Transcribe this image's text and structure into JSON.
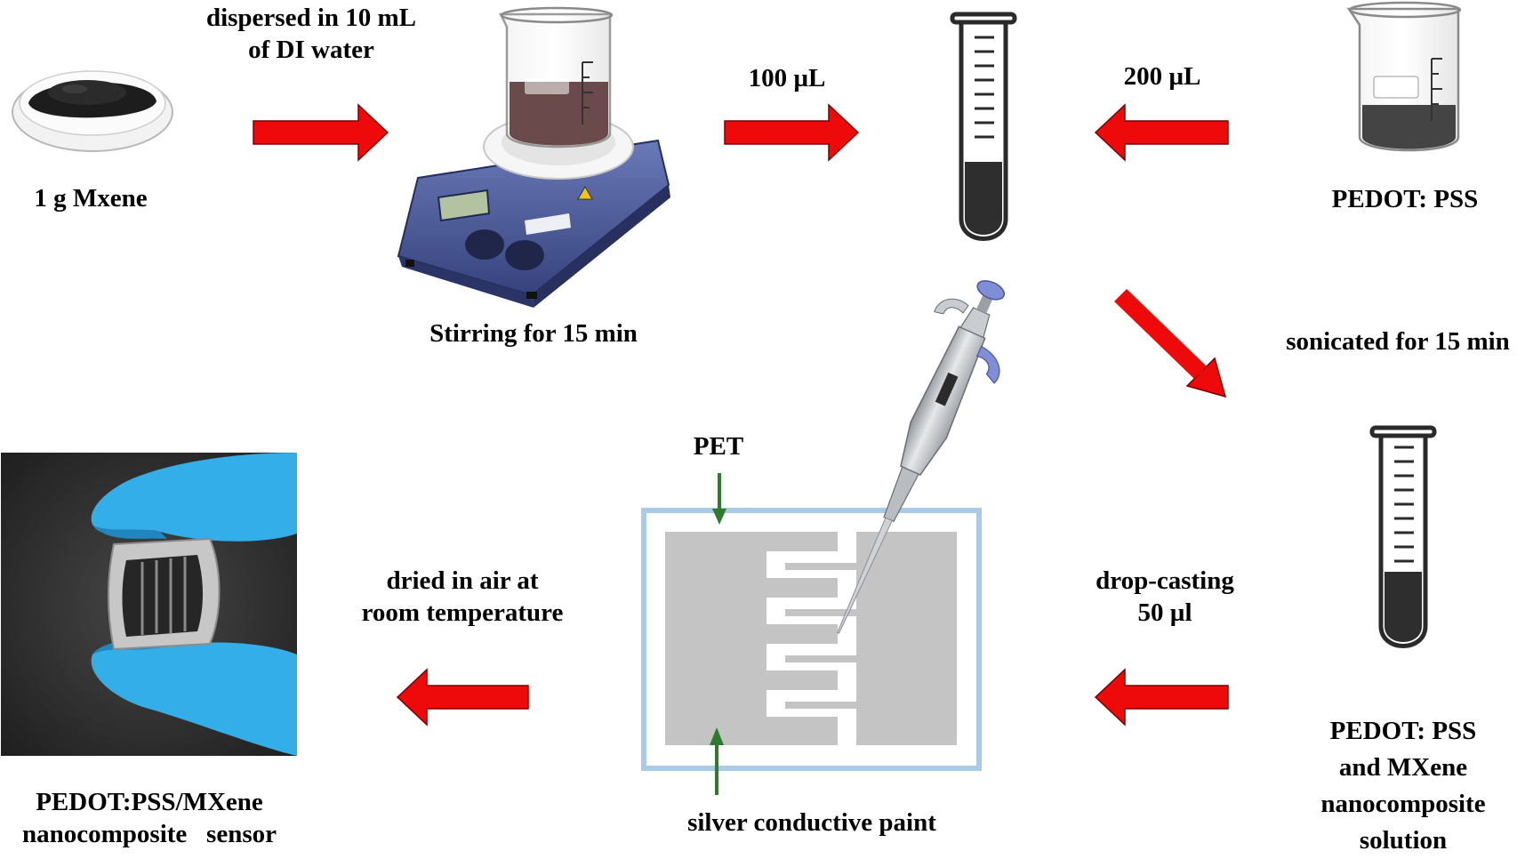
{
  "labels": {
    "mxene": "1 g Mxene",
    "dispersed": [
      "dispersed in 10 mL",
      "of DI water"
    ],
    "stirring": "Stirring for 15 min",
    "vol_mxene": "100 µL",
    "vol_pedot": "200 µL",
    "pedot": "PEDOT: PSS",
    "sonicated": "sonicated for 15 min",
    "composite_solution": [
      "PEDOT: PSS",
      "and MXene",
      "nanocomposite",
      "solution"
    ],
    "drop_casting": [
      "drop-casting",
      "50 µl"
    ],
    "pet": "PET",
    "silver_paint": "silver conductive paint",
    "dried": [
      "dried in air at",
      "room temperature"
    ],
    "sensor": [
      "PEDOT:PSS/MXene",
      "nanocomposite   sensor"
    ]
  },
  "colors": {
    "arrow": "#ee0a0a",
    "arrow_stroke": "#7a0000",
    "mxene_powder": "#1d1d1d",
    "dispersion_liquid": "#6a4a4a",
    "pedot_liquid": "#444444",
    "tube_liquid": "#2e2e2e",
    "hotplate_body": "#4a5a9e",
    "electrode": "#c4c4c4",
    "pet_border": "#a9cbe8",
    "pointer_arrow": "#2f7a2f",
    "glove": "#33aee8"
  }
}
